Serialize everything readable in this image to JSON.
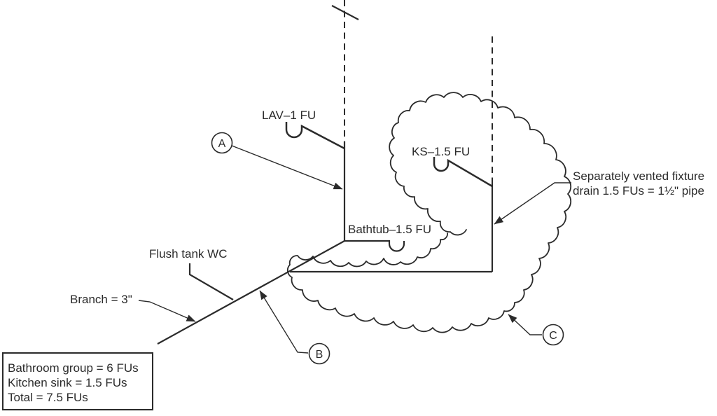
{
  "diagram": {
    "labels": {
      "lav": "LAV–1 FU",
      "ks": "KS–1.5 FU",
      "bathtub": "Bathtub–1.5 FU",
      "wc": "Flush tank WC",
      "branch": "Branch = 3\""
    },
    "annotations": {
      "separately_vented": {
        "line1": "Separately vented fixture",
        "line2": "drain 1.5 FUs = 1½\" pipe"
      }
    },
    "callouts": {
      "a": "A",
      "b": "B",
      "c": "C"
    },
    "summary_box": {
      "lines": [
        "Bathroom group = 6 FUs",
        "Kitchen sink = 1.5 FUs",
        "Total = 7.5 FUs"
      ]
    },
    "colors": {
      "line": "#2b2b2b",
      "background": "#ffffff"
    }
  }
}
